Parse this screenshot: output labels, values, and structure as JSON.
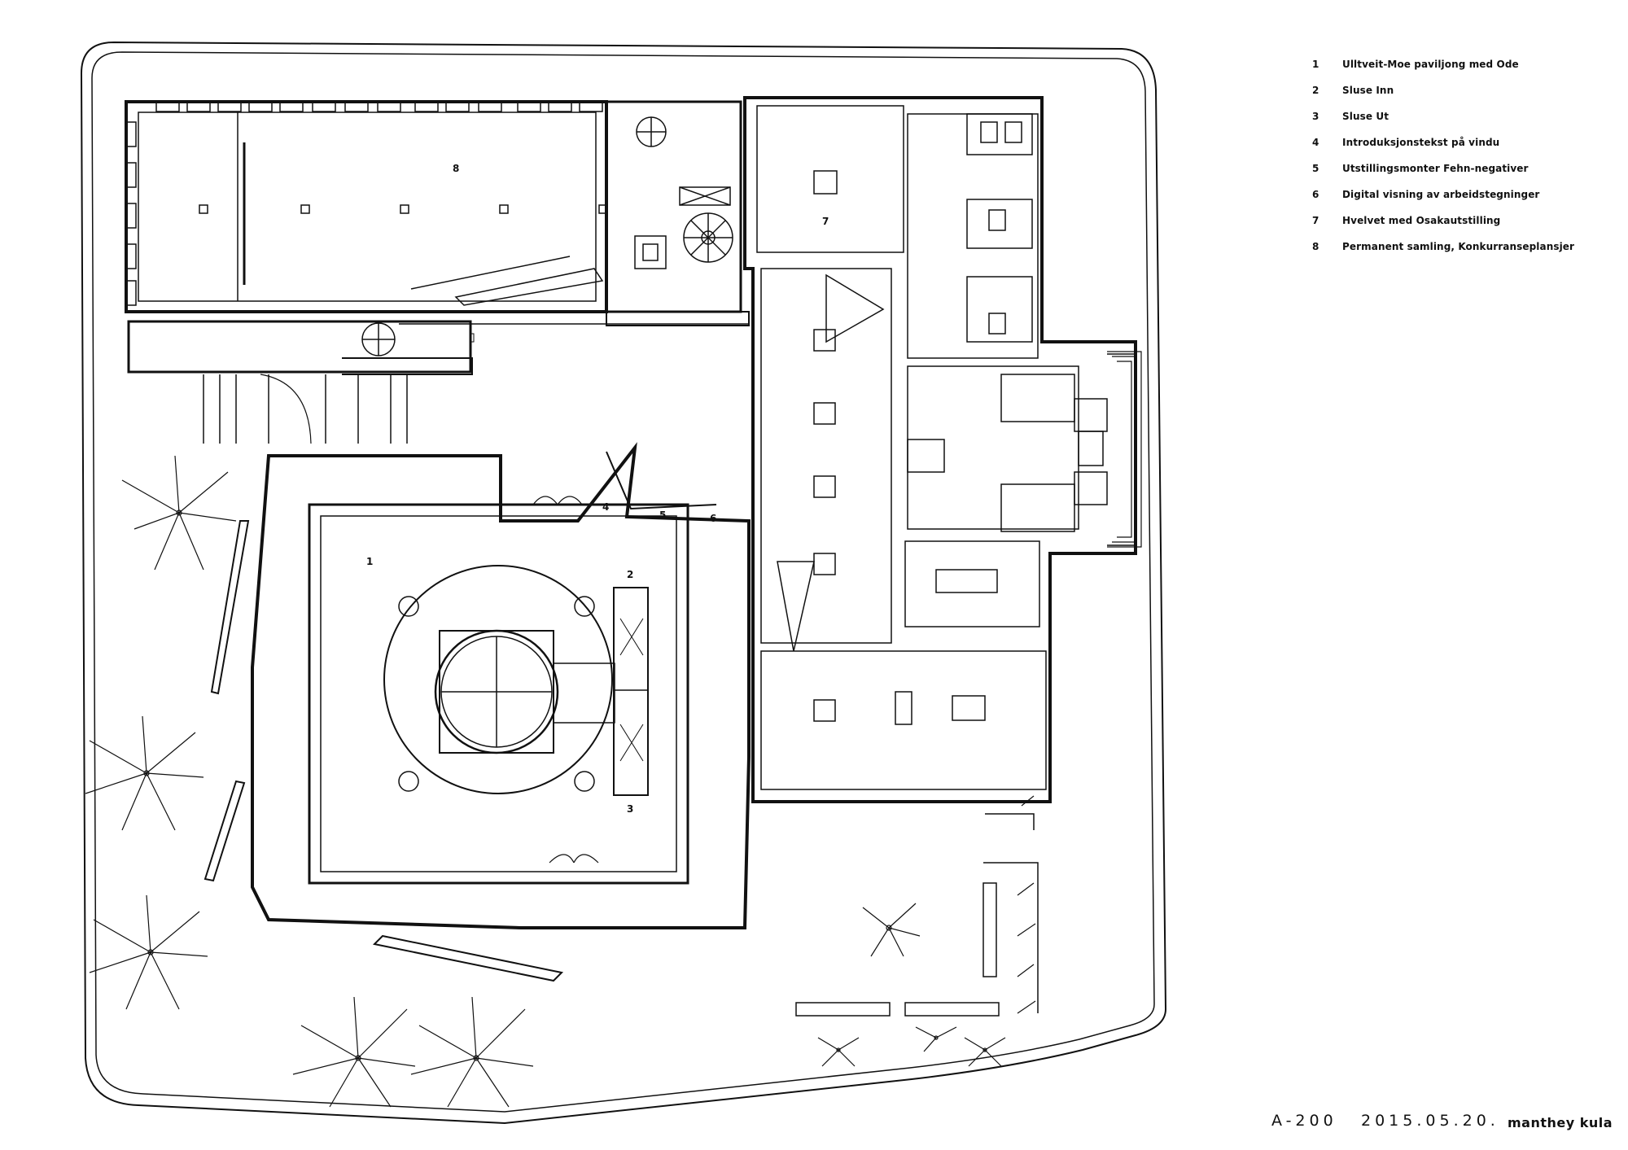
{
  "legend": [
    {
      "num": "1",
      "text": "Ulltveit-Moe paviljong med Ode"
    },
    {
      "num": "2",
      "text": "Sluse Inn"
    },
    {
      "num": "3",
      "text": "Sluse Ut"
    },
    {
      "num": "4",
      "text": "Introduksjonstekst på vindu"
    },
    {
      "num": "5",
      "text": "Utstillingsmonter Fehn-negativer"
    },
    {
      "num": "6",
      "text": "Digital visning av arbeidstegninger"
    },
    {
      "num": "7",
      "text": "Hvelvet med Osakautstilling"
    },
    {
      "num": "8",
      "text": "Permanent samling, Konkurranseplansjer"
    }
  ],
  "plan_labels": [
    "1",
    "2",
    "3",
    "4",
    "5",
    "6",
    "7",
    "8"
  ],
  "title_block": {
    "drawing_no": "A-200",
    "date": "2015.05.20.",
    "firm": "manthey kula"
  },
  "colors": {
    "ink": "#111111",
    "paper": "#ffffff"
  }
}
